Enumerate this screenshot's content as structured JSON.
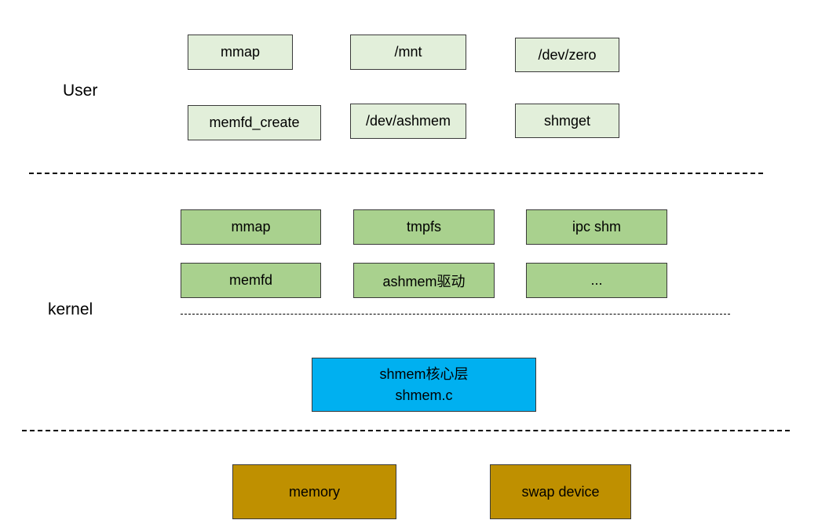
{
  "layers": {
    "user_label": "User",
    "kernel_label": "kernel"
  },
  "user_boxes": [
    "mmap",
    "/mnt",
    "/dev/zero",
    "memfd_create",
    "/dev/ashmem",
    "shmget"
  ],
  "kernel_boxes": [
    "mmap",
    "tmpfs",
    "ipc shm",
    "memfd",
    "ashmem驱动",
    "..."
  ],
  "core": {
    "line1": "shmem核心层",
    "line2": "shmem.c"
  },
  "hardware_boxes": [
    "memory",
    "swap device"
  ],
  "colors": {
    "user_fill": "#e2efda",
    "kernel_fill": "#a9d18e",
    "core_fill": "#00b0f0",
    "hardware_fill": "#bf9000"
  }
}
